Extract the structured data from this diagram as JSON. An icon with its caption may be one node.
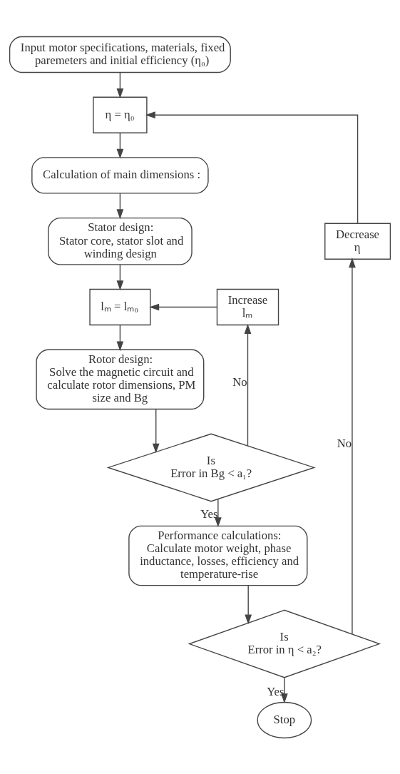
{
  "diagram": {
    "nodes": [
      {
        "text": [
          "Input motor specifications, materials, fixed paremeters and initial efficiency (η₀)"
        ]
      },
      {
        "text": [
          "η = η₀"
        ]
      },
      {
        "text": [
          "Calculation of main dimensions :"
        ]
      },
      {
        "text": [
          "Stator design:",
          "Stator core, stator slot and winding design"
        ]
      },
      {
        "text": [
          "lₘ = lₘ₀"
        ]
      },
      {
        "text": [
          "Rotor design:",
          "Solve the magnetic circuit and calculate rotor dimensions, PM size and Bg"
        ]
      },
      {
        "text": [
          "Is Error in Bg < a₁?"
        ]
      },
      {
        "text": [
          "Increase lₘ"
        ]
      },
      {
        "text": [
          "Performance calculations:",
          "Calculate motor weight, phase inductance, losses, efficiency and temperature-rise"
        ]
      },
      {
        "text": [
          "Is Error in η < a₂?"
        ]
      },
      {
        "text": [
          "Decrease η"
        ]
      },
      {
        "text": [
          "Stop"
        ]
      }
    ],
    "edges": [
      {
        "from": 0,
        "to": 1,
        "arrow": "to"
      },
      {
        "from": 1,
        "to": 2,
        "arrow": "to"
      },
      {
        "from": 2,
        "to": 3,
        "arrow": "to"
      },
      {
        "from": 3,
        "to": 4,
        "arrow": "to"
      },
      {
        "from": 4,
        "to": 5,
        "arrow": "to"
      },
      {
        "from": 5,
        "to": 6,
        "arrow": "to"
      },
      {
        "from": 6,
        "to": 7,
        "arrow": "to",
        "label": "No"
      },
      {
        "from": 7,
        "to": 4,
        "arrow": "to"
      },
      {
        "from": 6,
        "to": 8,
        "arrow": "to",
        "label": "Yes"
      },
      {
        "from": 8,
        "to": 9,
        "arrow": "to"
      },
      {
        "from": 9,
        "to": 10,
        "arrow": "to",
        "label": "No"
      },
      {
        "from": 10,
        "to": 1,
        "arrow": "to"
      },
      {
        "from": 9,
        "to": 11,
        "arrow": "to",
        "label": "Yes"
      }
    ]
  }
}
